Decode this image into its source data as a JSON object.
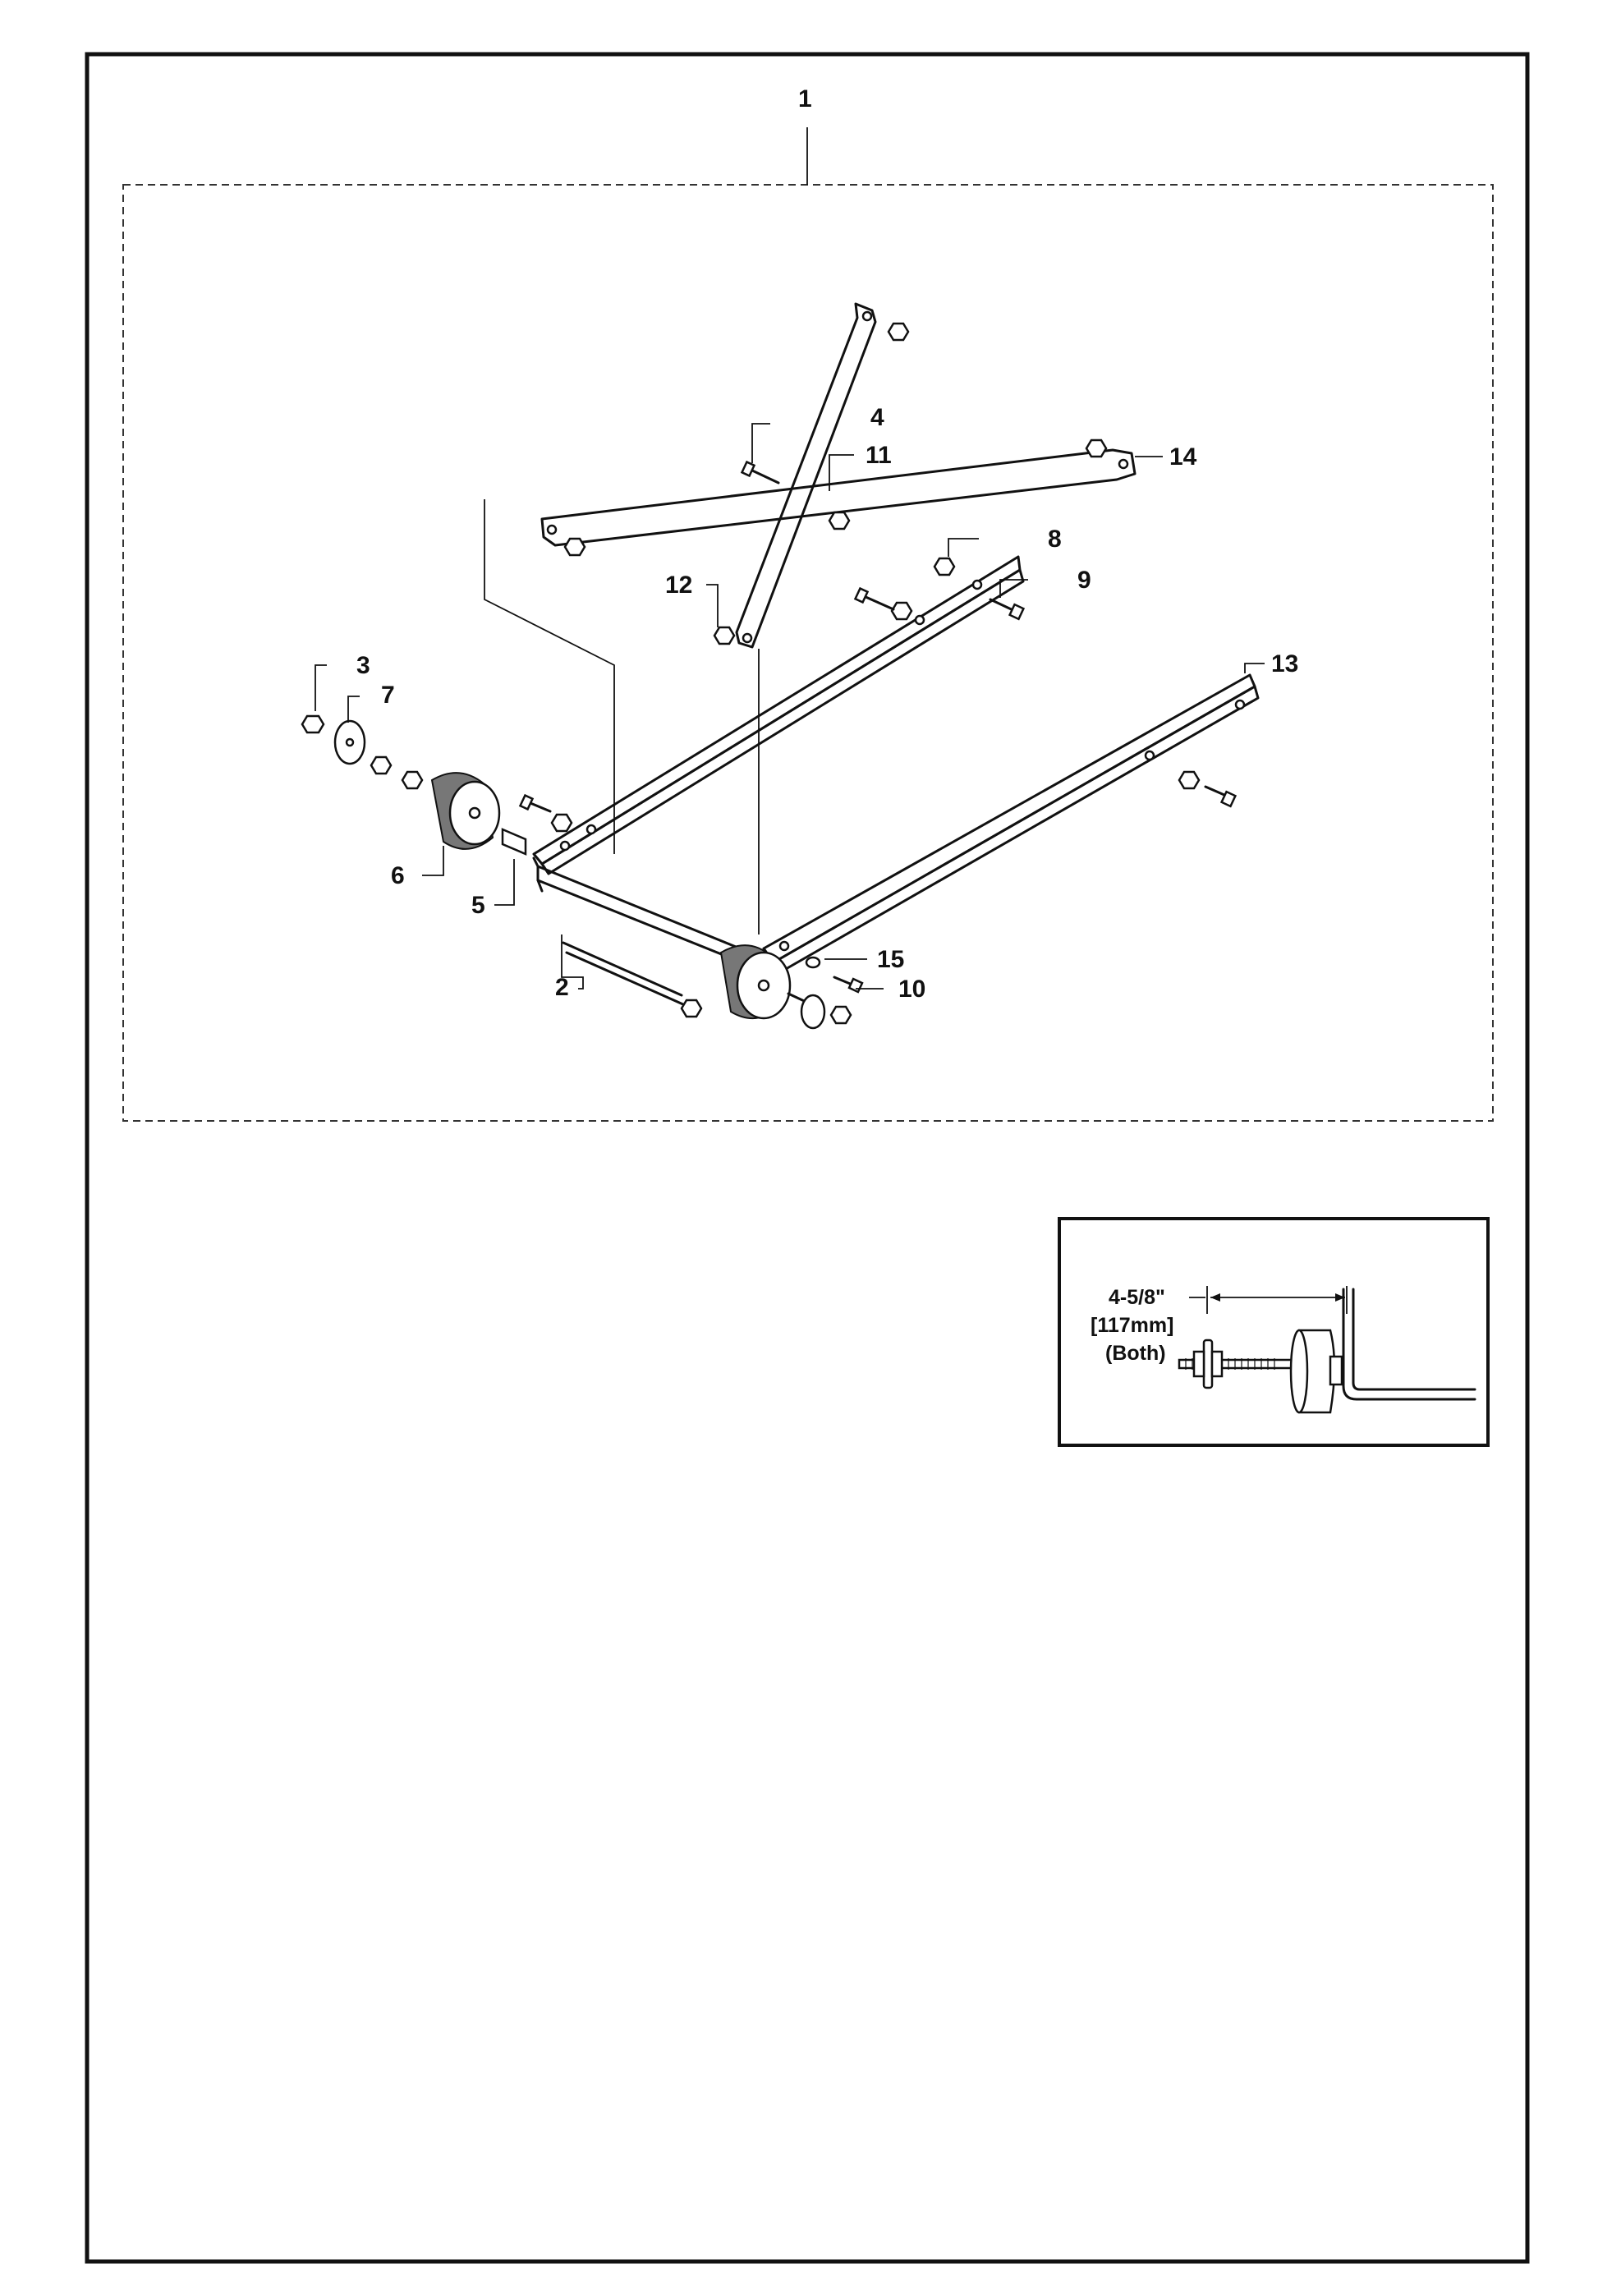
{
  "callouts": [
    {
      "label": "1"
    },
    {
      "label": "2"
    },
    {
      "label": "3"
    },
    {
      "label": "4"
    },
    {
      "label": "5"
    },
    {
      "label": "6"
    },
    {
      "label": "7"
    },
    {
      "label": "8"
    },
    {
      "label": "9"
    },
    {
      "label": "10"
    },
    {
      "label": "11"
    },
    {
      "label": "12"
    },
    {
      "label": "13"
    },
    {
      "label": "14"
    },
    {
      "label": "15"
    }
  ],
  "inset": {
    "line1": "4-5/8\"",
    "line2": "[117mm]",
    "line3": "(Both)"
  },
  "colors": {
    "ink": "#111111",
    "paper": "#ffffff"
  }
}
